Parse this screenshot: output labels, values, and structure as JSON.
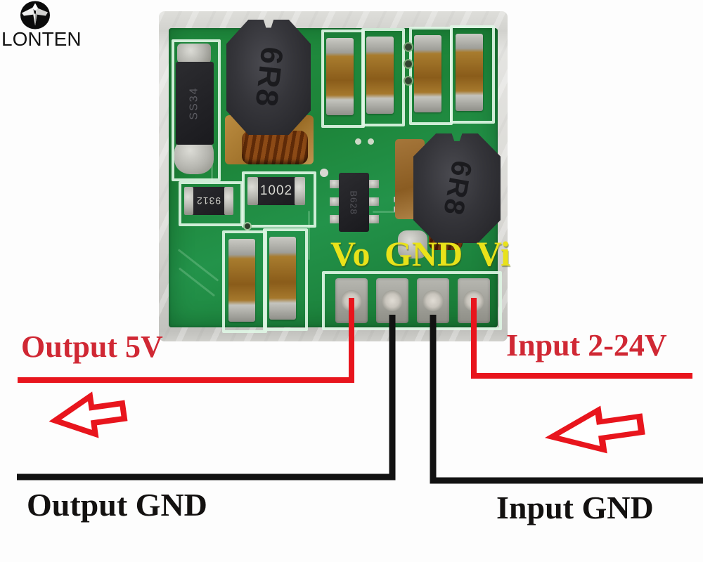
{
  "brand": {
    "name": "LONTEN"
  },
  "pcb": {
    "pin_row_label": "Vo GND Vi",
    "markings": {
      "diode": "SS34",
      "inductor_top": "6R8",
      "inductor_right": "6R8",
      "resistor_main": "1002",
      "resistor_small": "9312",
      "ic": "B628"
    }
  },
  "annotations": {
    "output_voltage": "Output 5V",
    "input_voltage": "Input 2-24V",
    "output_ground": "Output GND",
    "input_ground": "Input GND"
  },
  "colors": {
    "annotation_red": "#e8151d",
    "label_red": "#d02834",
    "annotation_black": "#121212",
    "pcb_green": "#1f8c3e",
    "pin_label_yellow": "#e9e21a",
    "silkscreen": "#def5e4"
  }
}
